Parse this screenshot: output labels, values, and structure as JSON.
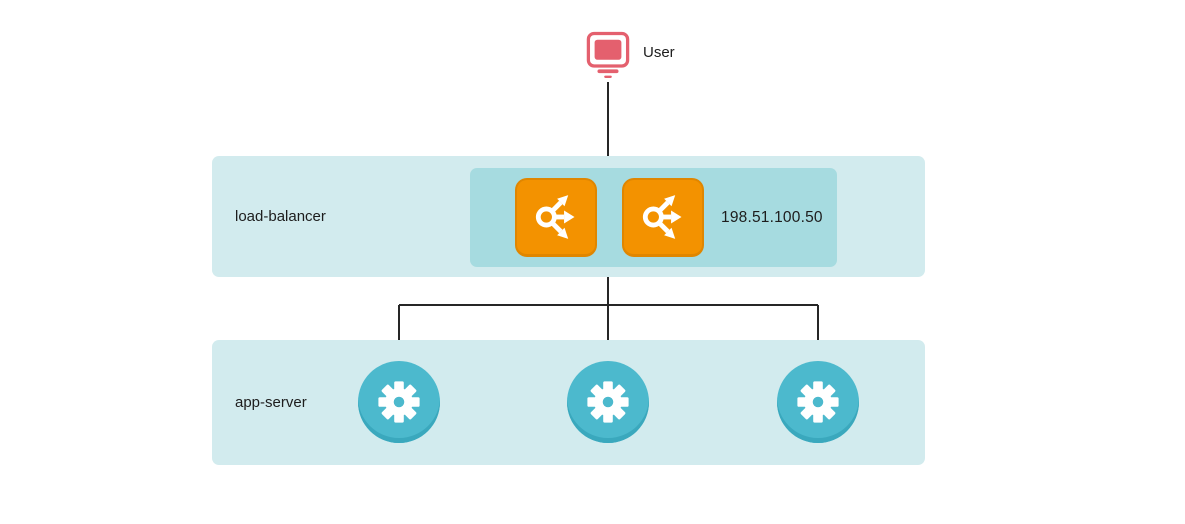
{
  "diagram": {
    "user": {
      "label": "User"
    },
    "load_balancer": {
      "label": "load-balancer",
      "ip": "198.51.100.50",
      "icon_count": 2
    },
    "app_server": {
      "label": "app-server",
      "node_count": 3
    },
    "icons": [
      "monitor-icon",
      "load-balancer-icon",
      "gear-icon"
    ],
    "colors": {
      "band_bg": "#d2ebee",
      "group_bg": "#a6dbe0",
      "lb_icon_bg": "#f39200",
      "lb_icon_border": "#e08600",
      "app_node_bg": "#4cb9cd",
      "app_node_rim": "#3aa8bd",
      "user_icon": "#e4606e",
      "arrow": "#262626",
      "text": "#1d1d1d"
    }
  }
}
